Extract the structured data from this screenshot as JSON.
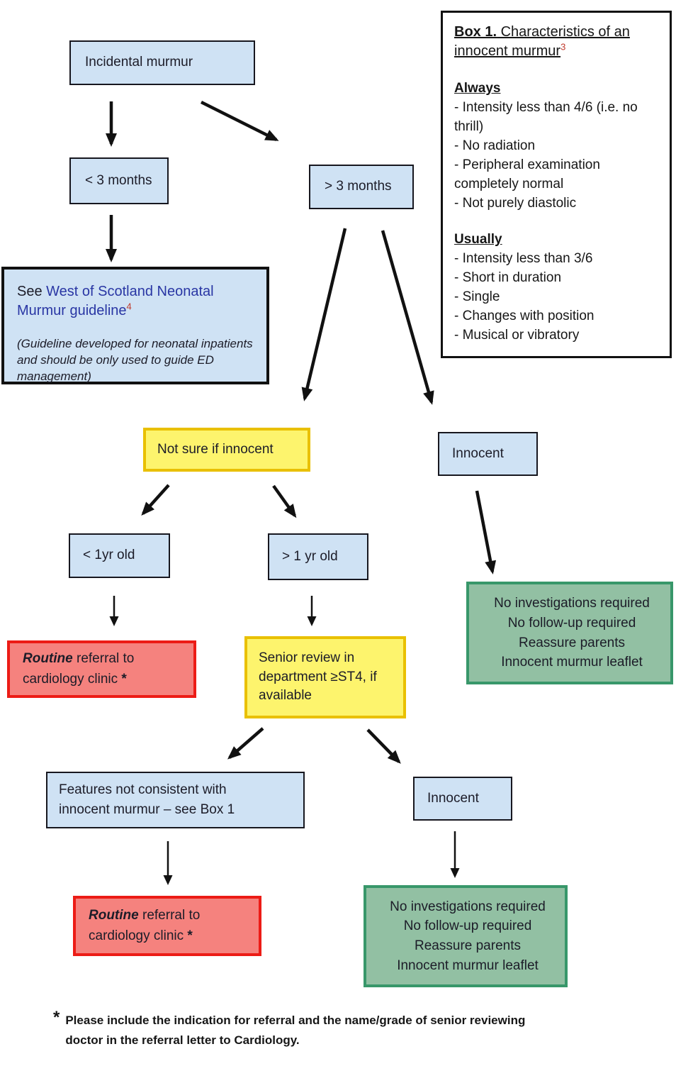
{
  "nodes": {
    "incidental": {
      "label": "Incidental murmur"
    },
    "lt3m": {
      "label": "< 3 months"
    },
    "gt3m": {
      "label": "> 3 months"
    },
    "guideline": {
      "prefix": "See ",
      "link": "West of Scotland Neonatal Murmur guideline",
      "sup": "4",
      "note": "(Guideline developed for neonatal inpatients and should be only used to guide ED management)"
    },
    "not_sure": {
      "label": "Not sure if innocent"
    },
    "innocent": {
      "label": "Innocent"
    },
    "lt1yr": {
      "label": "< 1yr old"
    },
    "gt1yr": {
      "label": "> 1 yr old"
    },
    "routine": {
      "em": "Routine",
      "rest": " referral to cardiology clinic ",
      "asterisk": "*"
    },
    "senior": {
      "label": "Senior review in department ≥ST4, if available"
    },
    "features": {
      "label": "Features not consistent with innocent murmur – see Box 1"
    },
    "outcome": {
      "lines": [
        "No investigations required",
        "No follow-up required",
        "Reassure parents",
        "Innocent murmur leaflet"
      ]
    }
  },
  "box1": {
    "title_bold": "Box 1.",
    "title_rest": " Characteristics of an innocent murmur",
    "sup": "3",
    "always_heading": "Always",
    "always_items": [
      "- Intensity less than 4/6 (i.e. no thrill)",
      "- No radiation",
      "- Peripheral examination completely normal",
      "- Not purely diastolic"
    ],
    "usually_heading": "Usually",
    "usually_items": [
      "- Intensity less than 3/6",
      "- Short in duration",
      "- Single",
      "- Changes with position",
      "- Musical or vibratory"
    ]
  },
  "footnote": {
    "marker": "*",
    "text": "Please include the indication for referral and the name/grade of senior reviewing doctor in the referral letter to Cardiology."
  },
  "colors": {
    "box_blue_fill": "#cfe2f4",
    "dark_border": "#17171f",
    "yellow_fill": "#fdf46d",
    "yellow_border": "#e9c000",
    "red_fill": "#f5827e",
    "red_border": "#ec1c16",
    "green_fill": "#92c0a3",
    "green_border": "#38976a",
    "link_blue": "#2936a4",
    "superscript_red": "#c0392b",
    "arrow_black": "#111111"
  }
}
